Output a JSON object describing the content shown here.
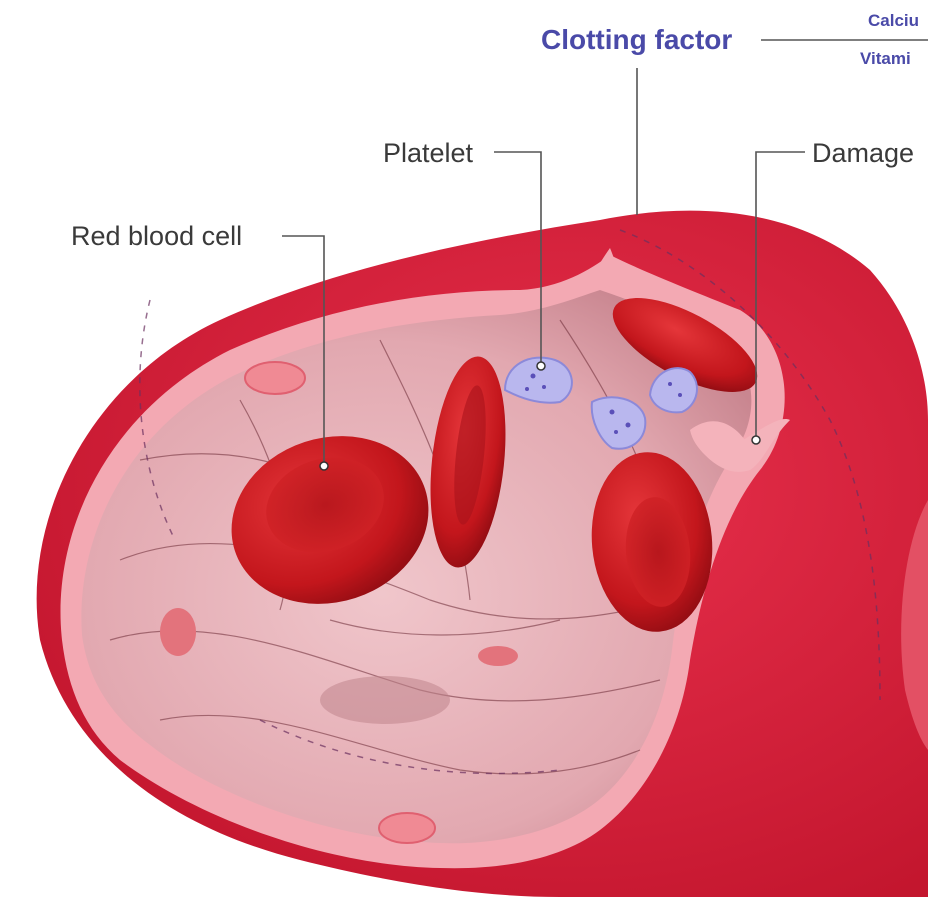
{
  "labels": {
    "clotting_factor": "Clotting factor",
    "calcium": "Calciu",
    "vitamin": "Vitami",
    "platelet": "Platelet",
    "damage": "Damage",
    "red_blood_cell": "Red blood cell"
  },
  "colors": {
    "accent_label": "#4a4aa8",
    "label_text": "#3a3a3a",
    "leader_line": "#555555",
    "vessel_outer": "#d41f3c",
    "vessel_rim": "#f2a3ad",
    "vessel_lumen": "#e9b7bd",
    "red_cell": "#c4161c",
    "platelet": "#b9b7ee"
  }
}
